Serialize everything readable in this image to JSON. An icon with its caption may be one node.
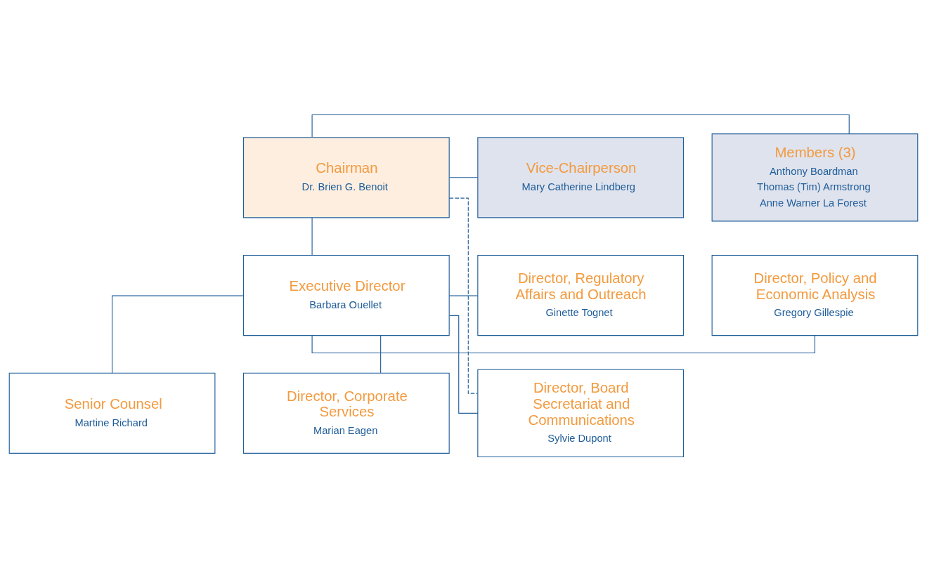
{
  "diagram": {
    "nodes": [
      {
        "text": [
          "Chairman",
          "Dr. Brien G. Benoit"
        ]
      },
      {
        "text": [
          "Members (3)",
          "Anthony Boardman",
          "Thomas (Tim) Armstrong",
          "Anne Warner La Forest"
        ]
      },
      {
        "text": [
          "Vice-Chairperson",
          "Mary Catherine Lindberg"
        ]
      },
      {
        "text": [
          "Director, Policy and Economic Analysis",
          "Gregory Gillespie"
        ]
      },
      {
        "text": [
          "Executive Director",
          "Barbara Ouellet"
        ]
      },
      {
        "text": [
          "Director, Regulatory Affairs and Outreach",
          "Ginette Tognet"
        ]
      },
      {
        "text": [
          "Senior Counsel",
          "Martine Richard"
        ]
      },
      {
        "text": [
          "Director, Corporate Services",
          "Marian Eagen"
        ]
      },
      {
        "text": [
          "Director, Board Secretariat and Communications",
          "Sylvie Dupont"
        ]
      }
    ],
    "edges": [
      {
        "from": 0,
        "to": 1,
        "arrow": "none"
      },
      {
        "from": 0,
        "to": 2,
        "arrow": "none"
      },
      {
        "from": 0,
        "to": 4,
        "arrow": "none"
      },
      {
        "from": 0,
        "to": 8,
        "arrow": "none",
        "style": "dashed"
      },
      {
        "from": 4,
        "to": 3,
        "arrow": "none"
      },
      {
        "from": 4,
        "to": 5,
        "arrow": "none"
      },
      {
        "from": 4,
        "to": 6,
        "arrow": "none"
      },
      {
        "from": 4,
        "to": 7,
        "arrow": "none"
      },
      {
        "from": 4,
        "to": 8,
        "arrow": "none"
      }
    ]
  }
}
